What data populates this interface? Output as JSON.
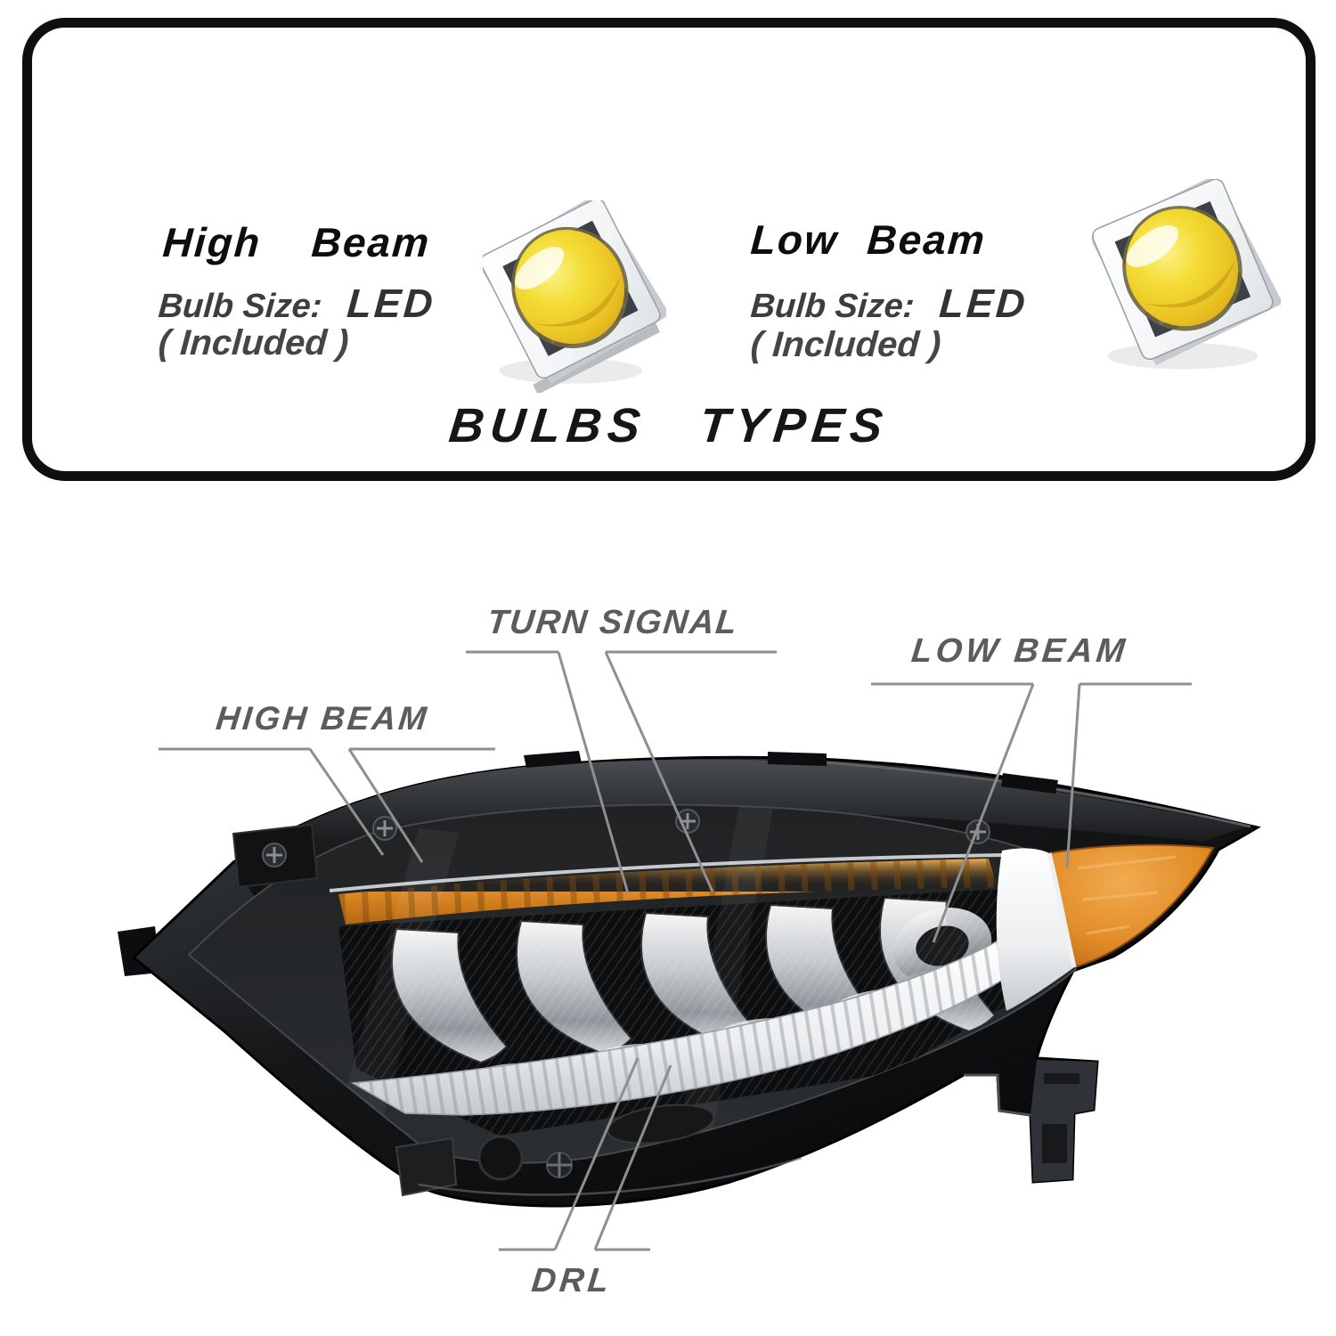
{
  "bulbs_panel": {
    "title": "BULBS TYPES",
    "items": [
      {
        "id": "high_beam",
        "title": "High Beam",
        "spec_label": "Bulb Size:",
        "spec_value": "LED",
        "note": "( Included )",
        "icon": "led-chip"
      },
      {
        "id": "low_beam",
        "title": "Low Beam",
        "spec_label": "Bulb Size:",
        "spec_value": "LED",
        "note": "( Included )",
        "icon": "led-chip"
      }
    ]
  },
  "callouts": {
    "turn_signal": {
      "label": "TURN SIGNAL"
    },
    "low_beam": {
      "label": "LOW BEAM"
    },
    "high_beam": {
      "label": "HIGH BEAM"
    },
    "drl": {
      "label": "DRL"
    }
  },
  "colors": {
    "panel_border": "#0f0f0f",
    "title_text": "#0d0d0d",
    "spec_text": "#3d3d3d",
    "callout_text": "#5c5c5c",
    "leader_line": "#8f8f8f",
    "led_yellow": "#f0d42e",
    "amber_lens": "#e08a26",
    "housing_black": "#101214",
    "chrome_silver": "#c9cdd1",
    "drl_white": "#f2f3f4"
  }
}
